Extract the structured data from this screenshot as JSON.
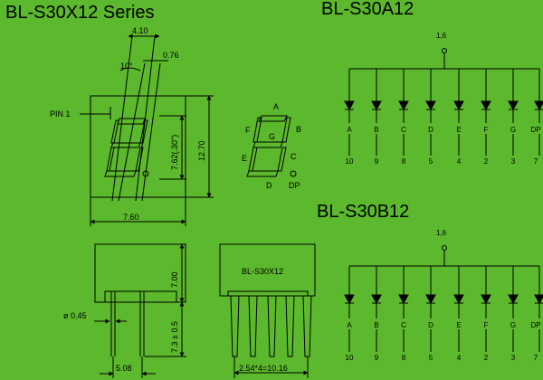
{
  "titles": {
    "series": "BL-S30X12 Series",
    "a_model": "BL-S30A12",
    "b_model": "BL-S30B12"
  },
  "front_view": {
    "width_label": "4.10",
    "angle_label": "10°",
    "tilt_width_label": "0.76",
    "pin1_label": "PIN 1",
    "digit_height_label": "7.62(.30\")",
    "body_height_label": "12.70",
    "body_width_label": "7.60"
  },
  "segment_diagram": {
    "labels": {
      "a": "A",
      "b": "B",
      "c": "C",
      "d": "D",
      "e": "E",
      "f": "F",
      "g": "G",
      "dp": "DP"
    }
  },
  "side_view": {
    "diameter_label": "ø 0.45",
    "body_height_label": "7.00",
    "pin_length_label": "7.3 ± 0.5",
    "pin_spacing_label": "5.08"
  },
  "rear_view": {
    "part_label": "BL-S30X12",
    "pitch_label": "2.54*4=10.16"
  },
  "circuit_a": {
    "common_pin": "1,6",
    "segments": [
      "A",
      "B",
      "C",
      "D",
      "E",
      "F",
      "G",
      "DP"
    ],
    "pins": [
      "10",
      "9",
      "8",
      "5",
      "4",
      "2",
      "3",
      "7"
    ]
  },
  "circuit_b": {
    "common_pin": "1,6",
    "segments": [
      "A",
      "B",
      "C",
      "D",
      "E",
      "F",
      "G",
      "DP"
    ],
    "pins": [
      "10",
      "9",
      "8",
      "5",
      "4",
      "2",
      "3",
      "7"
    ]
  }
}
